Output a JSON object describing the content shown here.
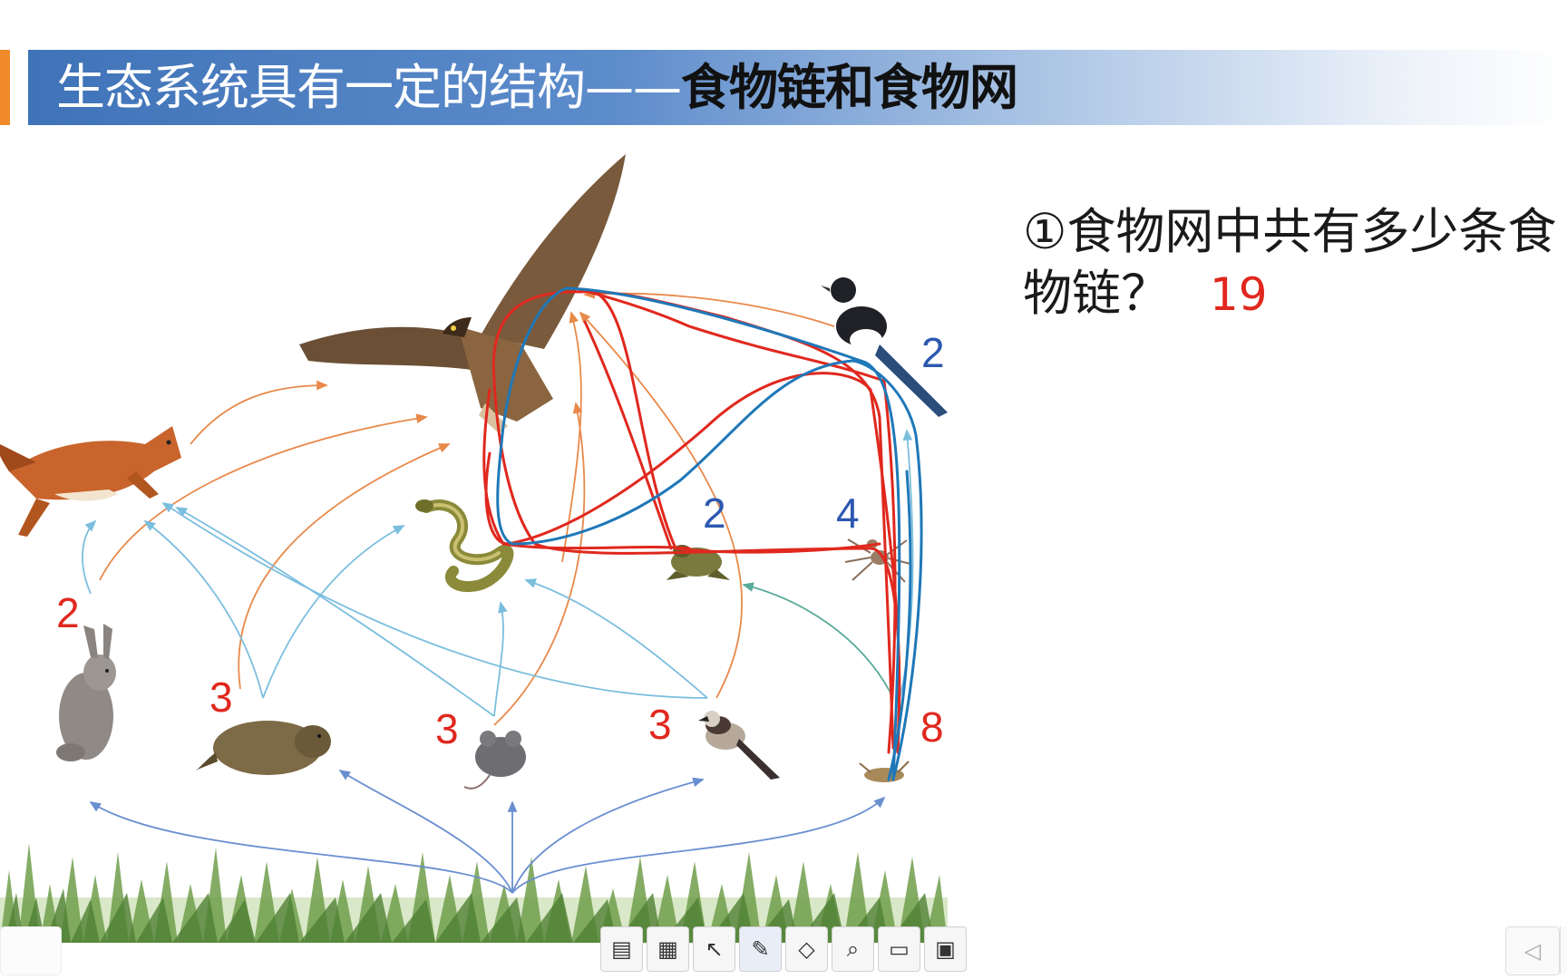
{
  "slide": {
    "title_part1": "生态系统具有一定的结构——",
    "title_part2": "食物链和食物网",
    "question_line1": "①食物网中共有多少条食",
    "question_line2": "物链？",
    "answer": "19"
  },
  "annotations": {
    "rabbit_count": "2",
    "marmot_count": "3",
    "mouse_count": "3",
    "shrike_count": "3",
    "grasshopper_count": "8",
    "frog_count": "2",
    "spider_count": "4",
    "magpie_count": "2"
  },
  "organisms": [
    "eagle",
    "fox",
    "snake",
    "frog",
    "spider",
    "magpie",
    "rabbit",
    "marmot",
    "mouse",
    "shrike",
    "grasshopper",
    "grass"
  ],
  "colors": {
    "title_blue": "#3f73b8",
    "accent_orange": "#f08a2a",
    "answer_red": "#e0281e",
    "annotation_blue": "#2c58b0",
    "arrow_orange": "#e8894a",
    "arrow_lightblue": "#7bbede",
    "arrow_blue": "#6a8fd0",
    "pen_red": "#e0281e",
    "pen_blue": "#1f78b8"
  },
  "toolbar": {
    "icons": [
      "slides-icon",
      "grid-icon",
      "pointer-icon",
      "pen-icon",
      "eraser-icon",
      "magnifier-icon",
      "whiteboard-icon",
      "screen-icon"
    ]
  }
}
